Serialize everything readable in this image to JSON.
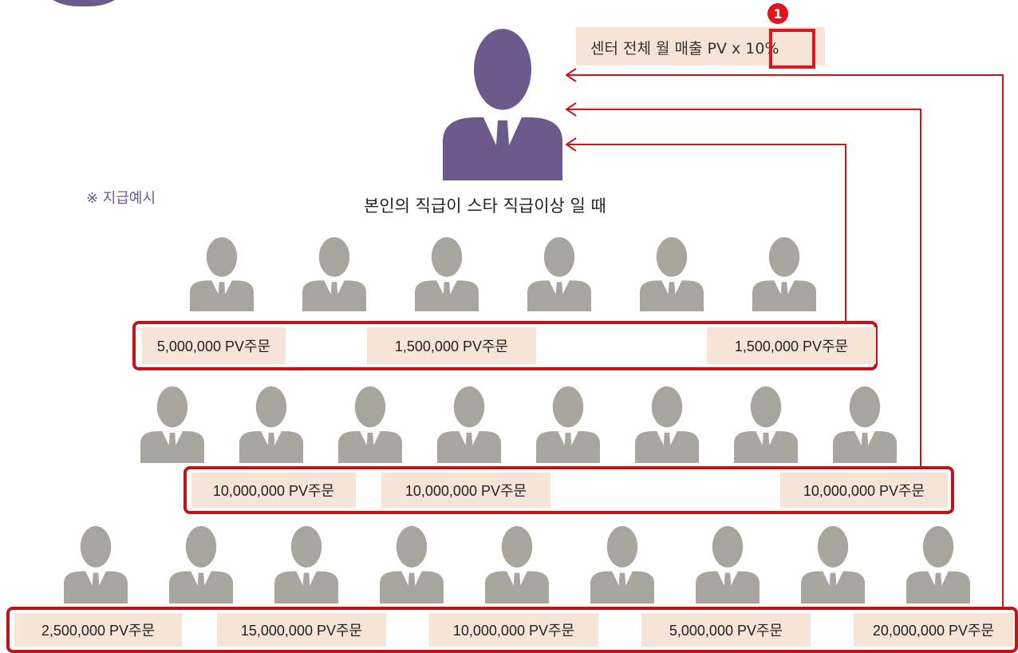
{
  "title": {
    "text": "센터 전체 월 매출 PV x 10%",
    "highlighted_value": "10%",
    "badge_number": "1"
  },
  "example_note": "※ 지급예시",
  "top_person": {
    "caption": "본인의 직급이 스타 직급이상 일 때",
    "icon": "person-icon",
    "color": "#6d5a8c"
  },
  "member_icon": "person-icon",
  "member_color": "#a8a49e",
  "arrow_color": "#d0141b",
  "rows": [
    {
      "people_count": 6,
      "orders": [
        "5,000,000 PV주문",
        "1,500,000 PV주문",
        "1,500,000 PV주문"
      ]
    },
    {
      "people_count": 8,
      "orders": [
        "10,000,000 PV주문",
        "10,000,000 PV주문",
        "10,000,000 PV주문"
      ]
    },
    {
      "people_count": 9,
      "orders": [
        "2,500,000 PV주문",
        "15,000,000 PV주문",
        "10,000,000 PV주문",
        "5,000,000 PV주문",
        "20,000,000 PV주문"
      ]
    }
  ]
}
